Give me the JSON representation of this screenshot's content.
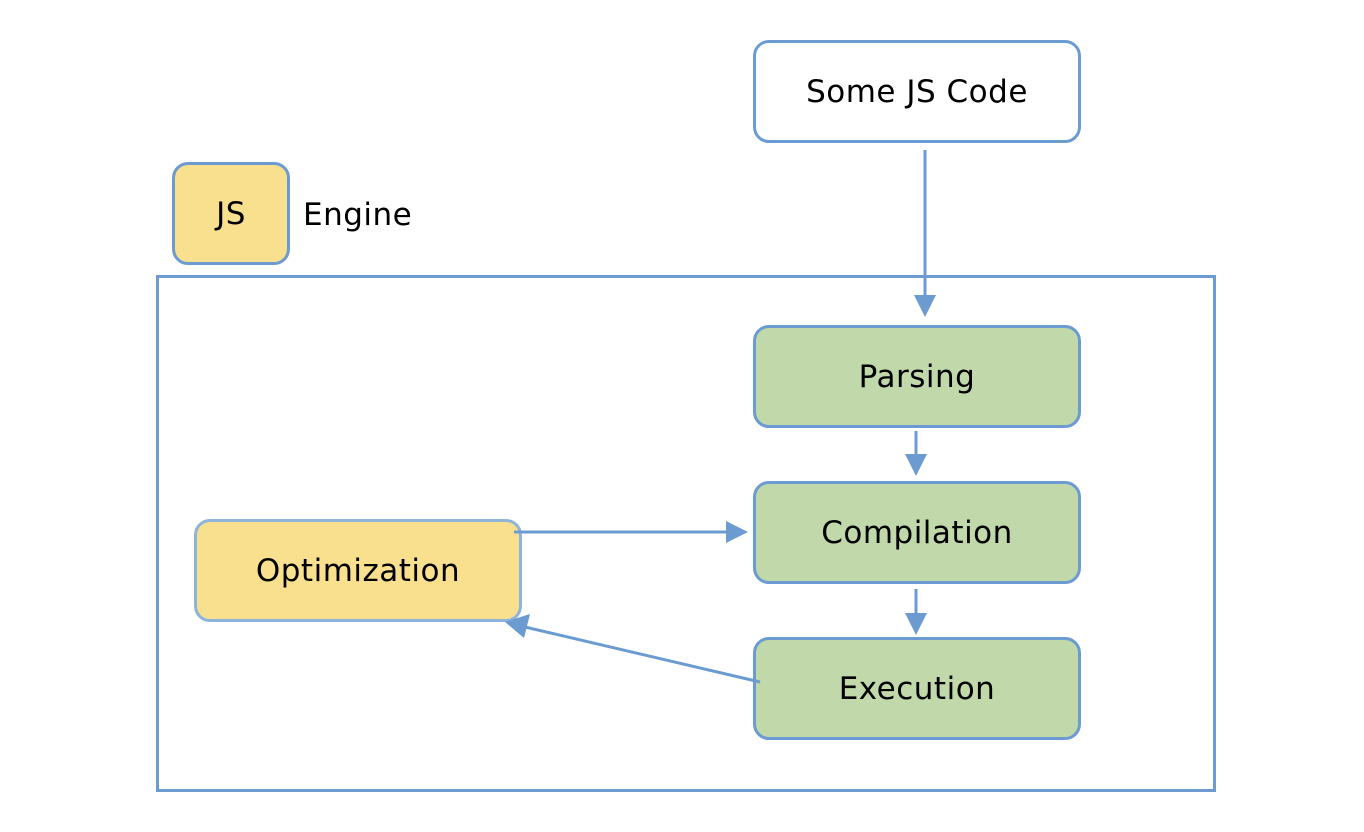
{
  "diagram": {
    "source": {
      "label": "Some JS Code"
    },
    "badge": {
      "label": "JS",
      "caption": "Engine"
    },
    "stages": {
      "parsing": "Parsing",
      "compilation": "Compilation",
      "execution": "Execution",
      "optimization": "Optimization"
    },
    "colors": {
      "border": "#6c9bd2",
      "green": "#c0d8aa",
      "yellow": "#f9e08e",
      "arrow": "#6c9bd2"
    }
  }
}
